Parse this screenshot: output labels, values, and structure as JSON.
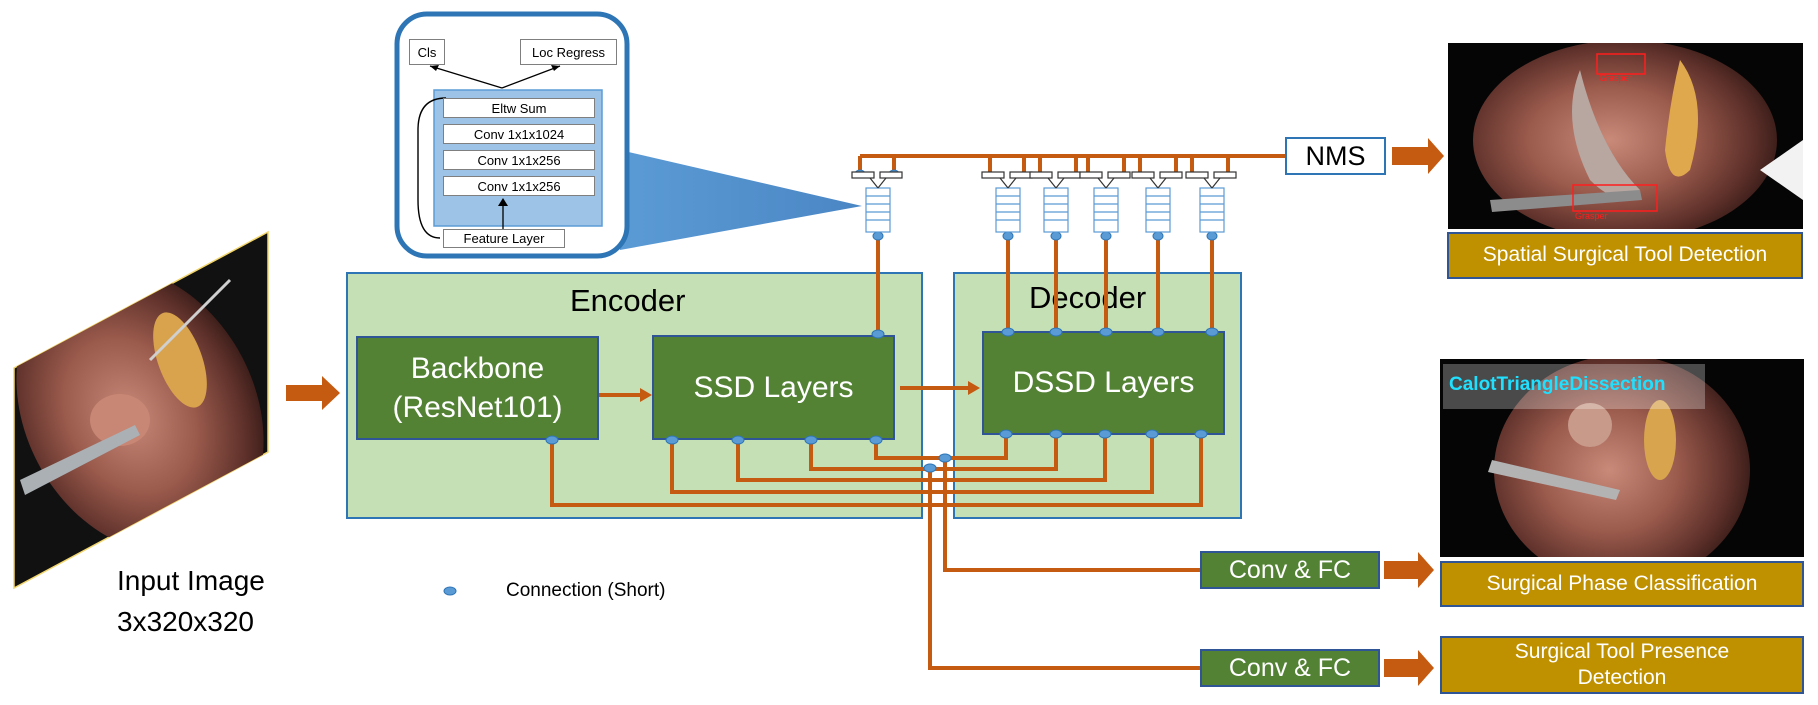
{
  "input": {
    "label_line1": "Input Image",
    "label_line2": "3x320x320"
  },
  "encoder": {
    "title": "Encoder",
    "backbone_line1": "Backbone",
    "backbone_line2": "(ResNet101)",
    "ssd": "SSD Layers"
  },
  "decoder": {
    "title": "Decoder",
    "dssd": "DSSD Layers"
  },
  "nms": "NMS",
  "inset": {
    "cls": "Cls",
    "loc": "Loc Regress",
    "layers": [
      "Eltw Sum",
      "Conv 1x1x1024",
      "Conv 1x1x256",
      "Conv 1x1x256"
    ],
    "feature": "Feature Layer"
  },
  "heads": {
    "conv_fc_1": "Conv & FC",
    "conv_fc_2": "Conv & FC"
  },
  "outputs": {
    "detection": "Spatial Surgical Tool Detection",
    "phase": "Surgical Phase Classification",
    "presence_line1": "Surgical Tool Presence",
    "presence_line2": "Detection",
    "phase_overlay": "CalotTriangleDissection",
    "det_tag_1": "Grasper",
    "det_tag_2": "Grasper"
  },
  "legend": {
    "connection": "Connection (Short)"
  },
  "colors": {
    "arrow": "#c55a11",
    "green_block": "#548235",
    "panel": "#c5e0b4",
    "output": "#bf9000",
    "border": "#2f5597",
    "dot": "#5b9bd5"
  }
}
